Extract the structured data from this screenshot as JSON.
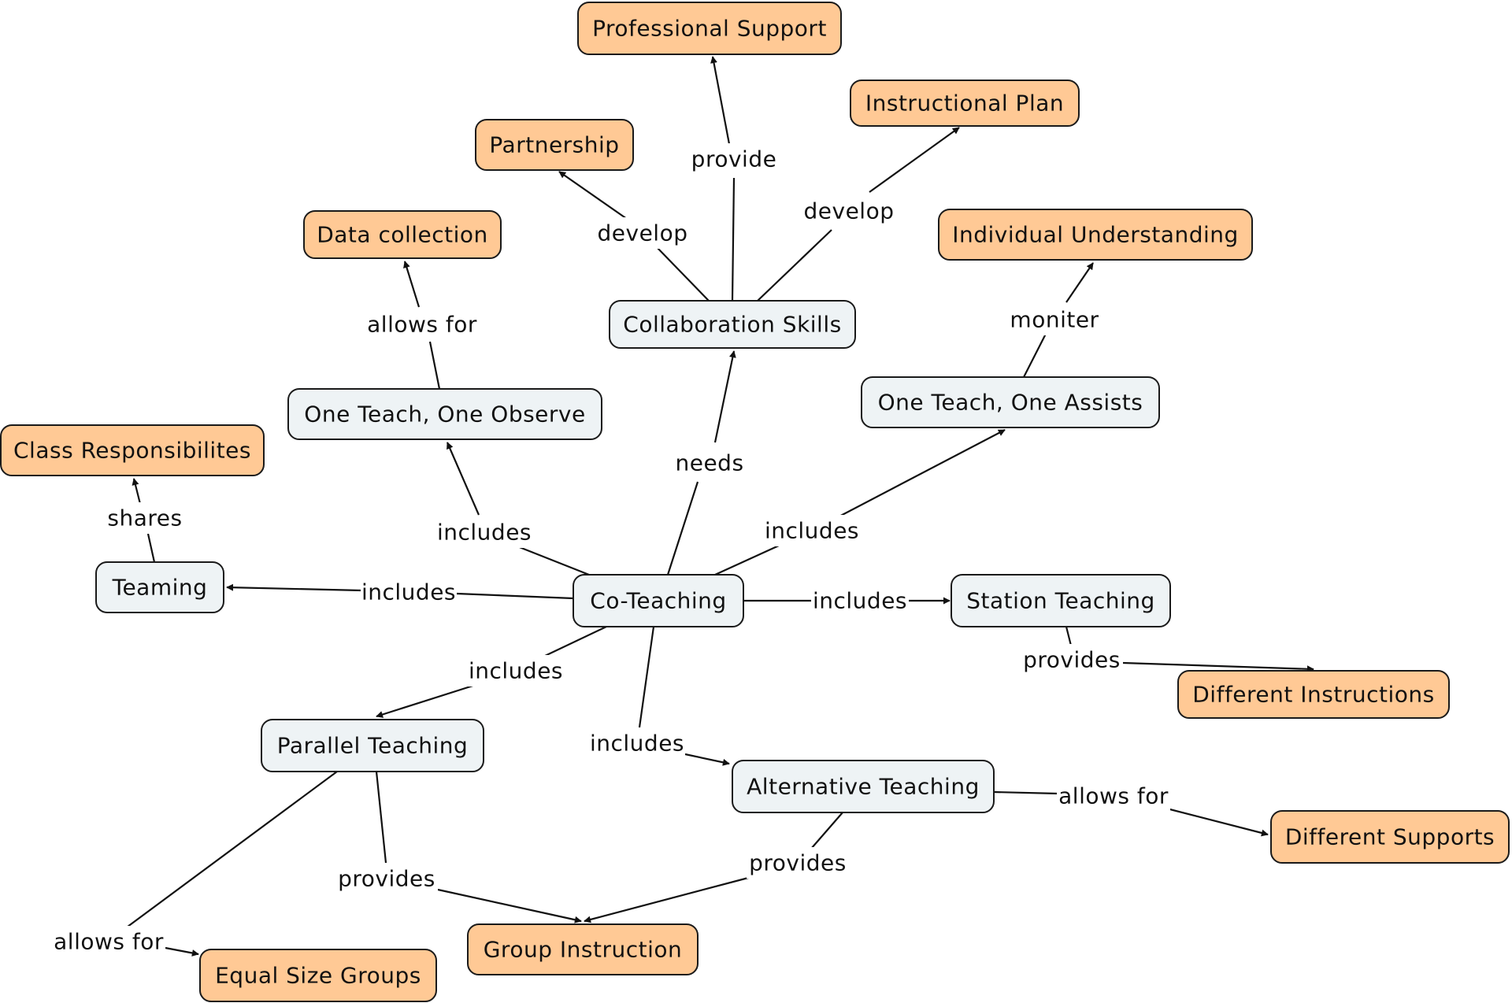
{
  "nodes": {
    "professional_support": {
      "label": "Professional Support",
      "kind": "outcome"
    },
    "instructional_plan": {
      "label": "Instructional Plan",
      "kind": "outcome"
    },
    "partnership": {
      "label": "Partnership",
      "kind": "outcome"
    },
    "data_collection": {
      "label": "Data collection",
      "kind": "outcome"
    },
    "individual_understanding": {
      "label": "Individual Understanding",
      "kind": "outcome"
    },
    "collaboration_skills": {
      "label": "Collaboration Skills",
      "kind": "concept"
    },
    "one_teach_one_observe": {
      "label": "One Teach, One Observe",
      "kind": "concept"
    },
    "one_teach_one_assists": {
      "label": "One Teach, One Assists",
      "kind": "concept"
    },
    "class_responsibilities": {
      "label": "Class Responsibilites",
      "kind": "outcome"
    },
    "teaming": {
      "label": "Teaming",
      "kind": "concept"
    },
    "co_teaching": {
      "label": "Co-Teaching",
      "kind": "concept"
    },
    "station_teaching": {
      "label": "Station Teaching",
      "kind": "concept"
    },
    "different_instructions": {
      "label": "Different Instructions",
      "kind": "outcome"
    },
    "parallel_teaching": {
      "label": "Parallel Teaching",
      "kind": "concept"
    },
    "alternative_teaching": {
      "label": "Alternative Teaching",
      "kind": "concept"
    },
    "different_supports": {
      "label": "Different Supports",
      "kind": "outcome"
    },
    "group_instruction": {
      "label": "Group Instruction",
      "kind": "outcome"
    },
    "equal_size_groups": {
      "label": "Equal Size Groups",
      "kind": "outcome"
    }
  },
  "links": {
    "provide": "provide",
    "develop_partnership": "develop",
    "develop_plan": "develop",
    "allows_for_data": "allows  for",
    "moniter": "moniter",
    "needs": "needs",
    "includes_observe": "includes",
    "includes_assists": "includes",
    "shares": "shares",
    "includes_teaming": "includes",
    "includes_station": "includes",
    "provides_station": "provides",
    "includes_parallel": "includes",
    "includes_alternative": "includes",
    "allows_for_supports": "allows for",
    "provides_parallel": "provides",
    "provides_alternative": "provides",
    "allows_for_groups": "allows for"
  },
  "colors": {
    "concept_fill": "#eef3f5",
    "outcome_fill": "#ffc995",
    "stroke": "#1a1a1a"
  }
}
